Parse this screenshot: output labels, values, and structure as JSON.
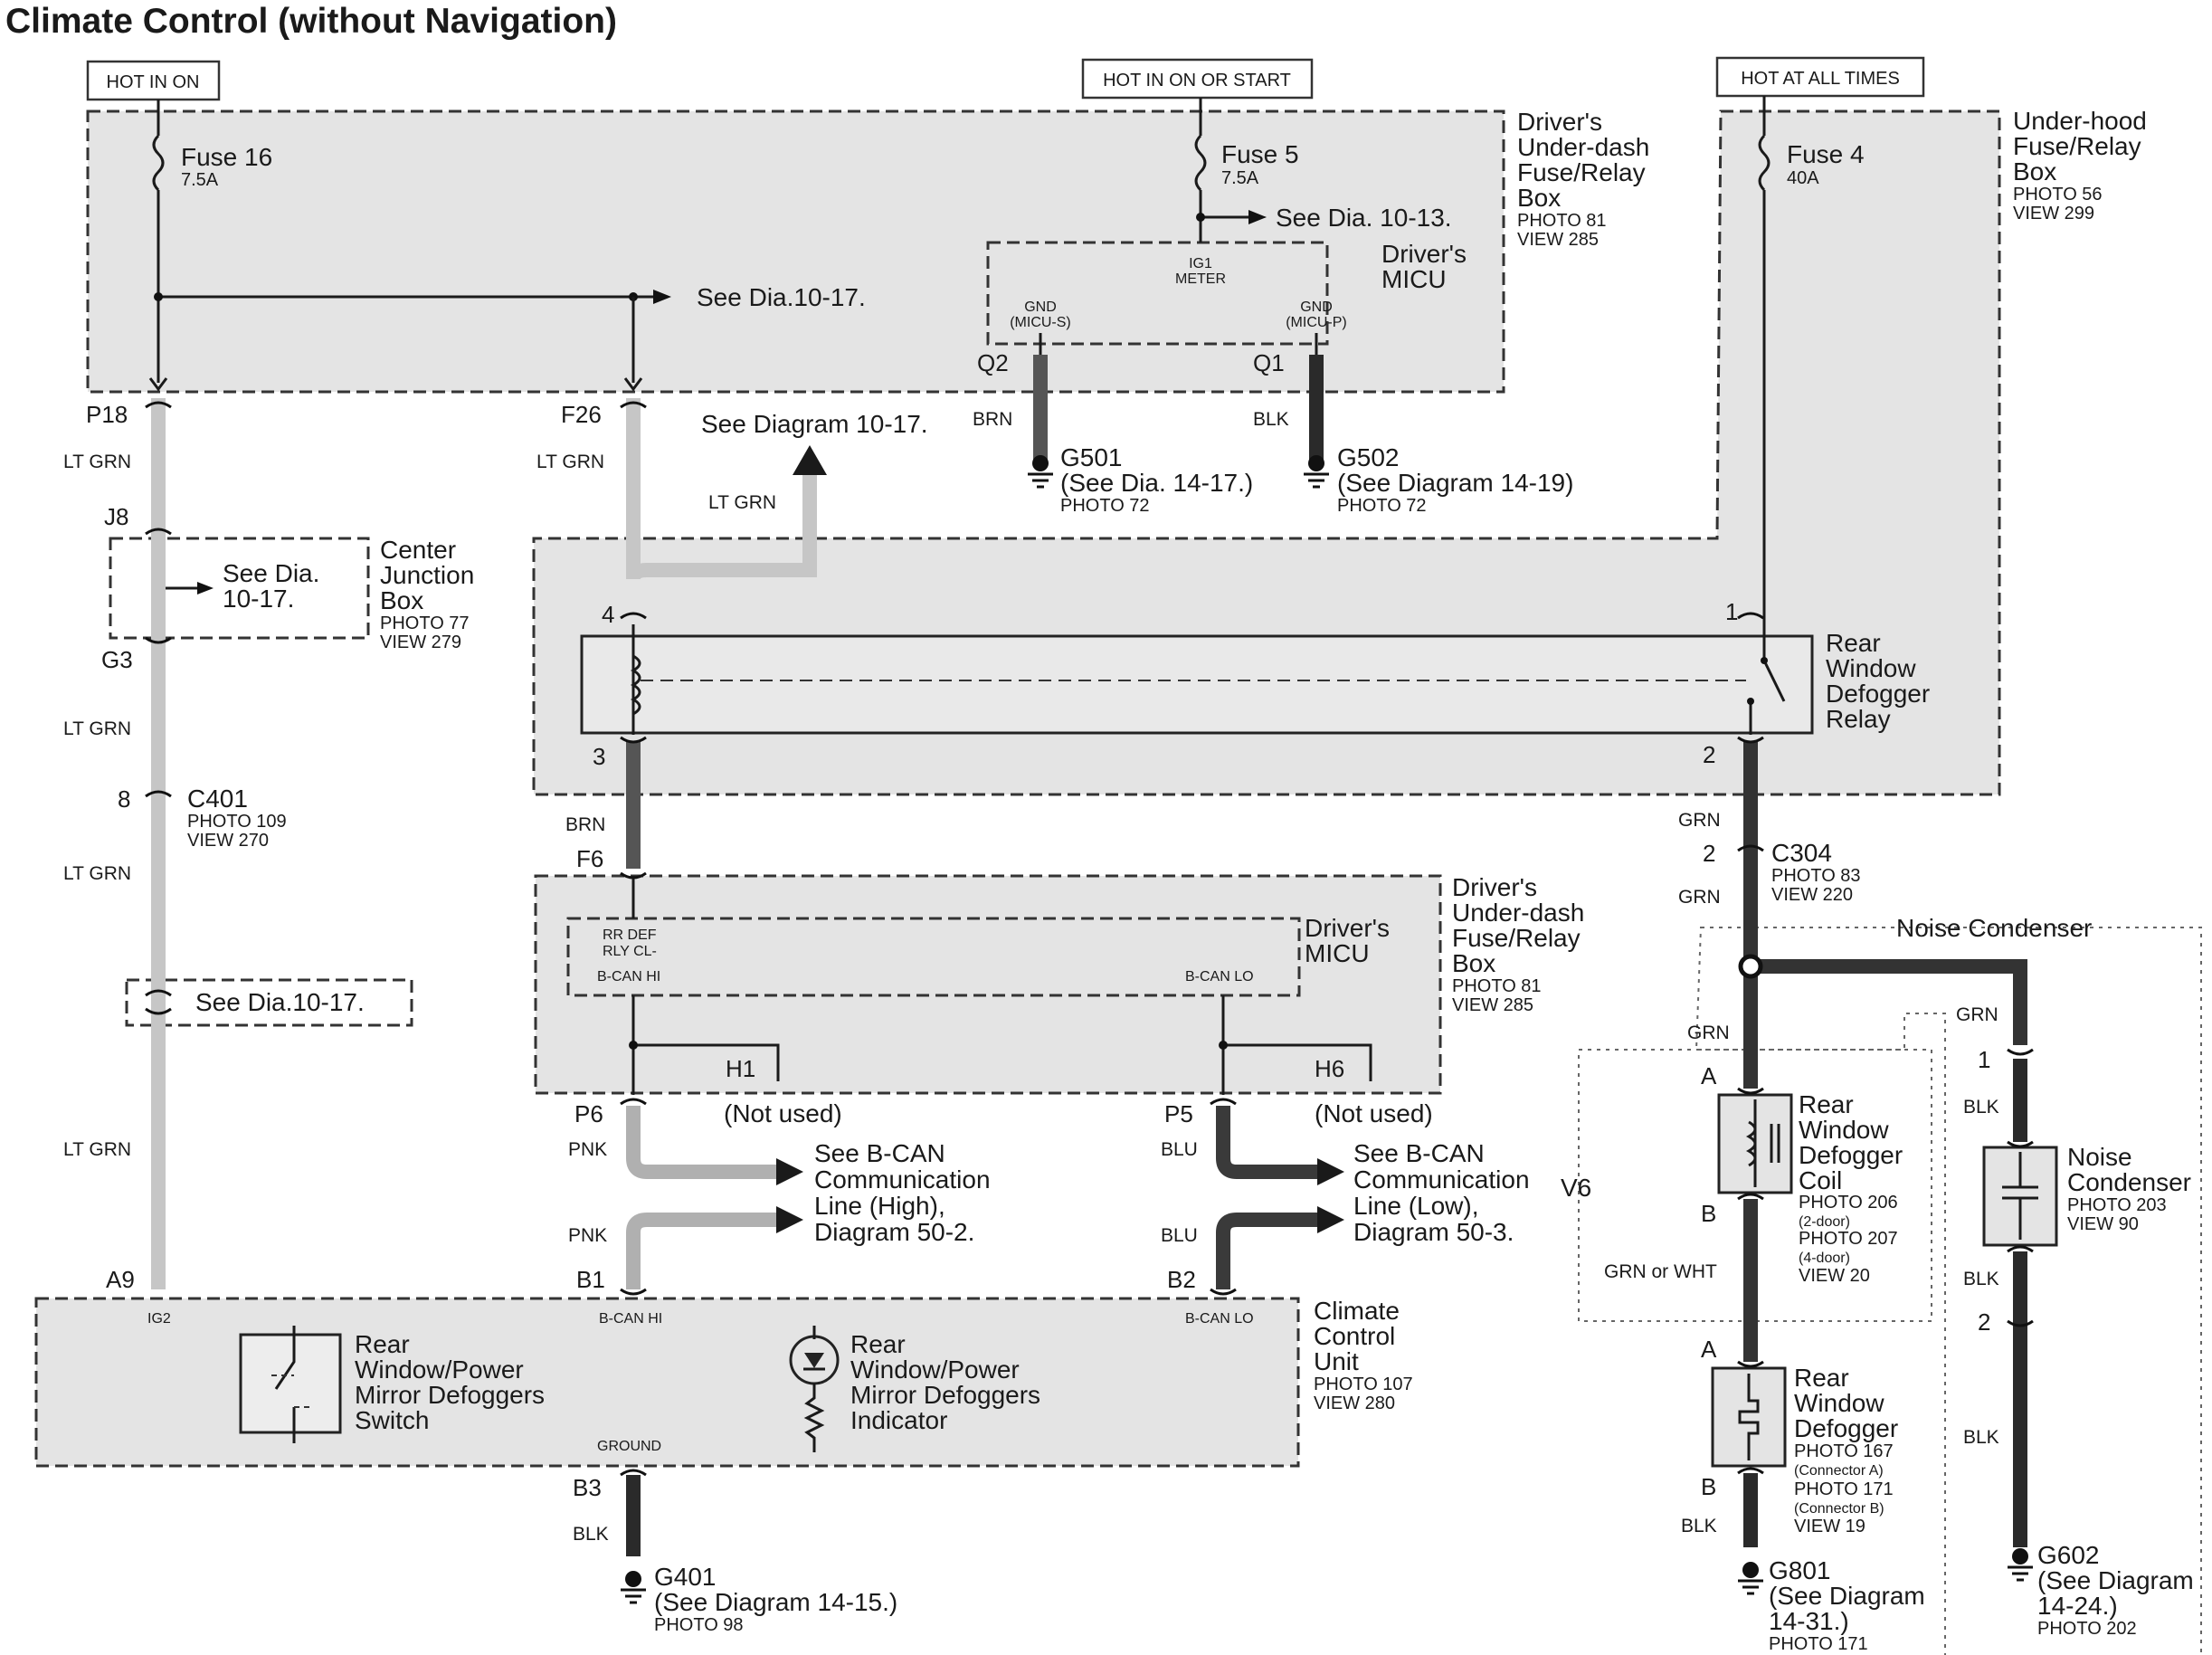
{
  "title": "Climate Control (without Navigation)",
  "supplies": {
    "hot_in_on": "HOT IN ON",
    "hot_in_on_or_start": "HOT IN ON OR START",
    "hot_at_all_times": "HOT AT ALL TIMES"
  },
  "fuses": {
    "fuse16": {
      "name": "Fuse 16",
      "rating": "7.5A"
    },
    "fuse5": {
      "name": "Fuse 5",
      "rating": "7.5A"
    },
    "fuse4": {
      "name": "Fuse 4",
      "rating": "40A"
    }
  },
  "boxes": {
    "under_dash_top": {
      "l1": "Driver's",
      "l2": "Under-dash",
      "l3": "Fuse/Relay",
      "l4": "Box",
      "photo": "PHOTO 81",
      "view": "VIEW 285"
    },
    "under_hood": {
      "l1": "Under-hood",
      "l2": "Fuse/Relay",
      "l3": "Box",
      "photo": "PHOTO 56",
      "view": "VIEW 299"
    },
    "micu_top": {
      "l1": "Driver's",
      "l2": "MICU",
      "ig1": "IG1",
      "meter": "METER",
      "gnd_s1": "GND",
      "gnd_s2": "(MICU-S)",
      "gnd_p1": "GND",
      "gnd_p2": "(MICU-P)"
    },
    "center_junction": {
      "l1": "Center",
      "l2": "Junction",
      "l3": "Box",
      "photo": "PHOTO 77",
      "view": "VIEW 279",
      "see1": "See Dia.",
      "see2": "10-17."
    },
    "relay": {
      "l1": "Rear",
      "l2": "Window",
      "l3": "Defogger",
      "l4": "Relay"
    },
    "under_dash_mid": {
      "l1": "Driver's",
      "l2": "Under-dash",
      "l3": "Fuse/Relay",
      "l4": "Box",
      "photo": "PHOTO 81",
      "view": "VIEW 285"
    },
    "micu_mid": {
      "l1": "Driver's",
      "l2": "MICU",
      "rr1": "RR DEF",
      "rr2": "RLY CL-",
      "bcan_hi": "B-CAN HI",
      "bcan_lo": "B-CAN LO"
    },
    "climate_unit": {
      "l1": "Climate",
      "l2": "Control",
      "l3": "Unit",
      "photo": "PHOTO 107",
      "view": "VIEW 280",
      "ig2": "IG2",
      "bcan_hi": "B-CAN HI",
      "bcan_lo": "B-CAN LO",
      "ground": "GROUND"
    },
    "switch": {
      "l1": "Rear",
      "l2": "Window/Power",
      "l3": "Mirror Defoggers",
      "l4": "Switch"
    },
    "indicator": {
      "l1": "Rear",
      "l2": "Window/Power",
      "l3": "Mirror Defoggers",
      "l4": "Indicator"
    },
    "noise_box": {
      "title": "Noise Condenser"
    },
    "coil": {
      "l1": "Rear",
      "l2": "Window",
      "l3": "Defogger",
      "l4": "Coil",
      "p1": "PHOTO 206",
      "p2": "(2-door)",
      "p3": "PHOTO 207",
      "p4": "(4-door)",
      "view": "VIEW 20"
    },
    "defogger": {
      "l1": "Rear",
      "l2": "Window",
      "l3": "Defogger",
      "p1": "PHOTO 167",
      "p2": "(Connector A)",
      "p3": "PHOTO 171",
      "p4": "(Connector B)",
      "view": "VIEW 19"
    },
    "condenser": {
      "l1": "Noise",
      "l2": "Condenser",
      "photo": "PHOTO 203",
      "view": "VIEW 90"
    },
    "v6": "V6"
  },
  "refs": {
    "dia_10_13": "See Dia. 10-13.",
    "dia_10_17": "See Dia.10-17.",
    "diagram_10_17": "See Diagram 10-17.",
    "dia_10_17_mid": "See Dia.10-17.",
    "bcan_high": {
      "l1": "See B-CAN",
      "l2": "Communication",
      "l3": "Line (High),",
      "l4": "Diagram 50-2."
    },
    "bcan_low": {
      "l1": "See B-CAN",
      "l2": "Communication",
      "l3": "Line (Low),",
      "l4": "Diagram 50-3."
    }
  },
  "connectors": {
    "p18": "P18",
    "f26": "F26",
    "j8": "J8",
    "g3": "G3",
    "pin8": "8",
    "c401": {
      "name": "C401",
      "photo": "PHOTO 109",
      "view": "VIEW 270"
    },
    "q2": "Q2",
    "q1": "Q1",
    "pin4": "4",
    "pin3": "3",
    "pin1": "1",
    "pin2": "2",
    "f6": "F6",
    "h1": "H1",
    "h6": "H6",
    "not_used": "(Not used)",
    "p6": "P6",
    "p5": "P5",
    "a9": "A9",
    "b1": "B1",
    "b2": "B2",
    "b3": "B3",
    "c304": {
      "pin": "2",
      "name": "C304",
      "photo": "PHOTO 83",
      "view": "VIEW 220"
    },
    "coil_a": "A",
    "coil_b": "B",
    "def_a": "A",
    "def_b": "B",
    "cond_1": "1",
    "cond_2": "2"
  },
  "grounds": {
    "g501": {
      "name": "G501",
      "ref": "(See Dia. 14-17.)",
      "photo": "PHOTO 72"
    },
    "g502": {
      "name": "G502",
      "ref": "(See Diagram 14-19)",
      "photo": "PHOTO 72"
    },
    "g401": {
      "name": "G401",
      "ref": "(See Diagram 14-15.)",
      "photo": "PHOTO 98"
    },
    "g801": {
      "name": "G801",
      "r1": "(See Diagram",
      "r2": "14-31.)",
      "photo": "PHOTO 171"
    },
    "g602": {
      "name": "G602",
      "r1": "(See Diagram",
      "r2": "14-24.)",
      "photo": "PHOTO 202"
    }
  },
  "wire_colors": {
    "lt_grn": "LT GRN",
    "brn": "BRN",
    "blk": "BLK",
    "grn": "GRN",
    "pnk": "PNK",
    "blu": "BLU",
    "grn_or_wht": "GRN or WHT"
  }
}
